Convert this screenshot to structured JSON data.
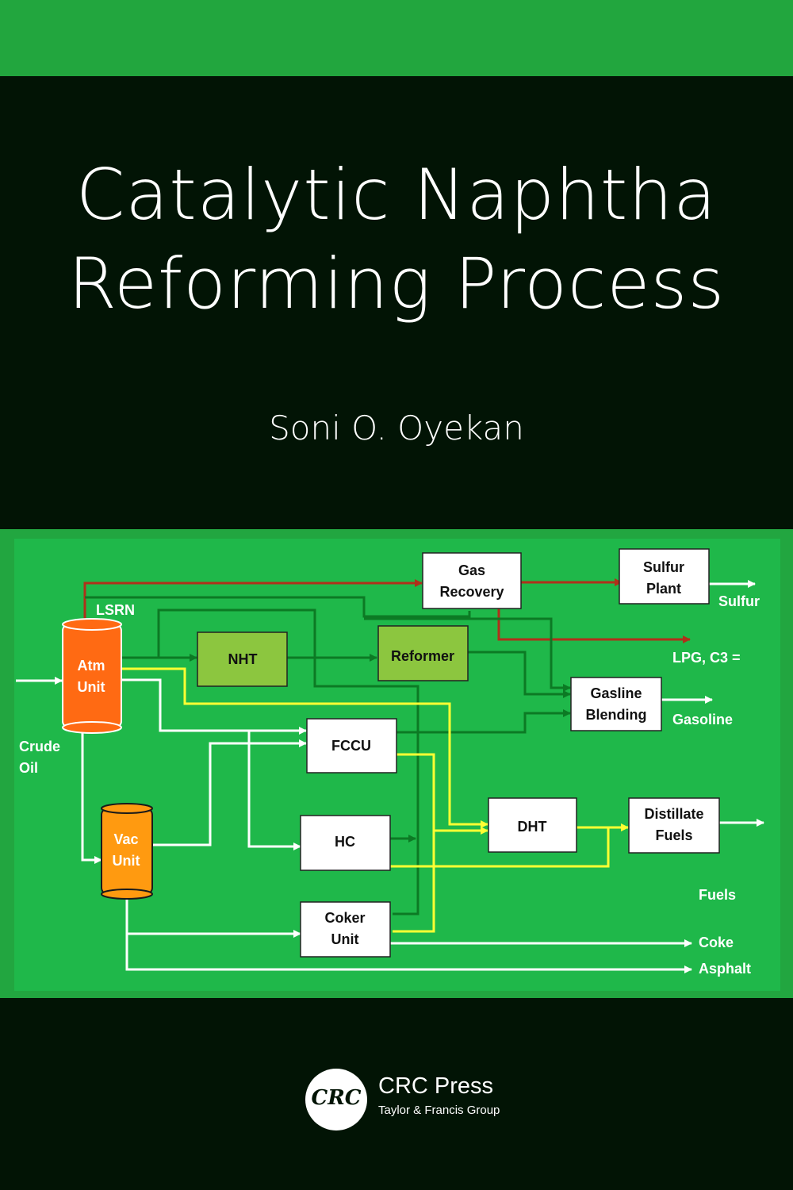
{
  "cover": {
    "title_line1": "Catalytic Naphtha",
    "title_line2": "Reforming Process",
    "author": "Soni O. Oyekan"
  },
  "colors": {
    "background": "#021405",
    "accent_green": "#22a63e",
    "unit_box": "#ffffff",
    "naphtha_box": "#8cc63f",
    "atm_unit": "#ff6a13",
    "vac_unit": "#ff9a10",
    "red_line": "#b0301a",
    "dark_green_line": "#0c7a24",
    "yellow_line": "#ffff33",
    "white_line": "#ffffff"
  },
  "diagram": {
    "units": {
      "atm": "Atm\nUnit",
      "vac": "Vac\nUnit",
      "nht": "NHT",
      "reformer": "Reformer",
      "gas_recovery": "Gas\nRecovery",
      "sulfur_plant": "Sulfur\nPlant",
      "gasline_blending": "Gasline\nBlending",
      "fccu": "FCCU",
      "hc": "HC",
      "dht": "DHT",
      "distillate_fuels": "Distillate\nFuels",
      "coker": "Coker\nUnit"
    },
    "labels": {
      "lsrn": "LSRN",
      "crude_oil": "Crude\nOil",
      "sulfur": "Sulfur",
      "lpg": "LPG, C3 =",
      "gasoline": "Gasoline",
      "fuels": "Fuels",
      "coke": "Coke",
      "asphalt": "Asphalt"
    }
  },
  "publisher": {
    "logo_text": "CRC",
    "name": "CRC Press",
    "subtitle": "Taylor & Francis Group"
  }
}
